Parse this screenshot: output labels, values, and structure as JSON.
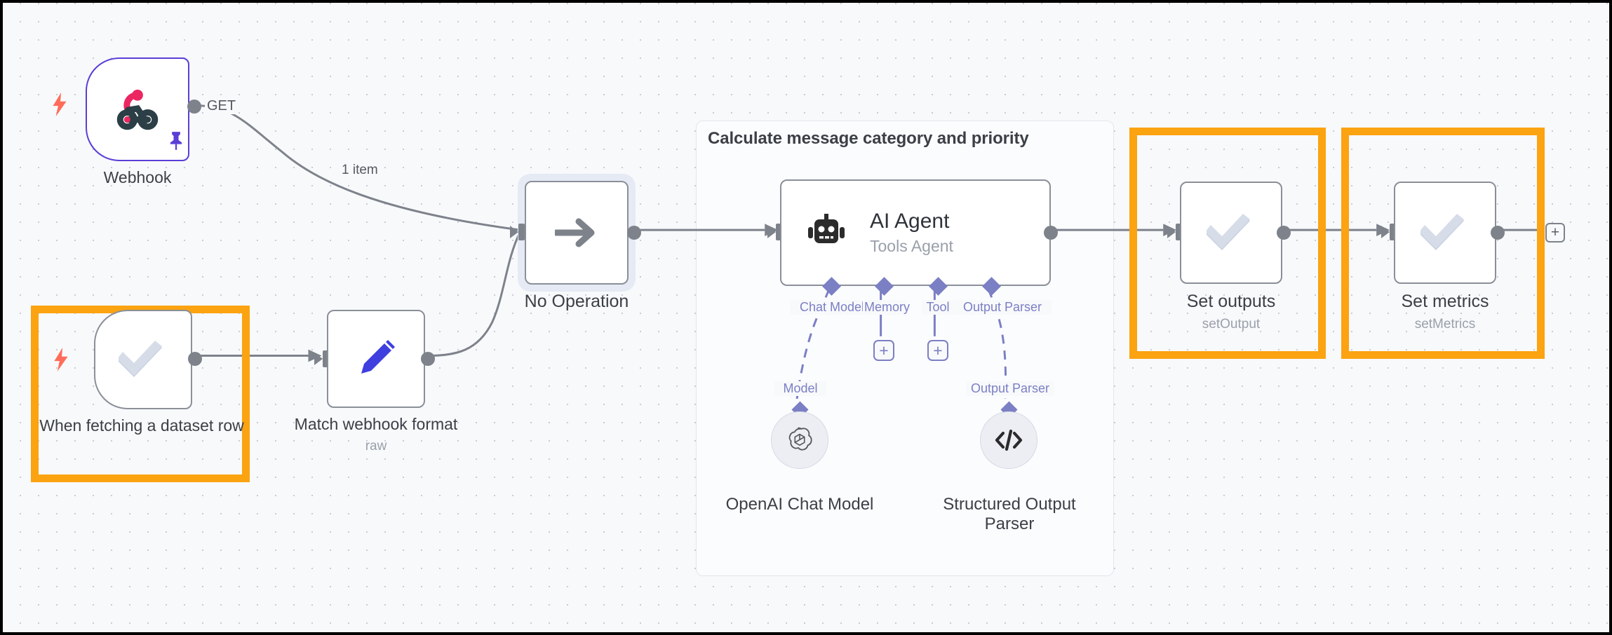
{
  "canvas": {
    "background_color": "#f8f9fb",
    "grid": "dot-grid",
    "accent_highlight_color": "#FCA311",
    "connector_color": "#7d828b",
    "sub_connection_color": "#7b7fc4"
  },
  "sticky_note": {
    "title": "Calculate message category and priority"
  },
  "nodes": {
    "webhook": {
      "label": "Webhook",
      "icon": "webhook-icon",
      "type": "trigger",
      "border_color": "#5b3ed6",
      "pinned": true,
      "output_port_label": "GET"
    },
    "dataset_trigger": {
      "label": "When fetching a dataset row",
      "icon": "evaluation-double-check-icon",
      "type": "trigger",
      "highlighted": true
    },
    "match_webhook": {
      "label": "Match webhook format",
      "subtitle": "raw",
      "icon": "pencil-edit-icon"
    },
    "no_operation": {
      "label": "No Operation",
      "icon": "arrow-right-icon",
      "selected": true
    },
    "ai_agent": {
      "label": "AI Agent",
      "subtitle": "Tools Agent",
      "icon": "robot-icon",
      "ports": [
        {
          "name": "Chat Model",
          "has_plus": false
        },
        {
          "name": "Memory",
          "has_plus": true
        },
        {
          "name": "Tool",
          "has_plus": true
        },
        {
          "name": "Output Parser",
          "has_plus": false
        }
      ]
    },
    "openai_chat_model": {
      "label": "OpenAI Chat Model",
      "icon": "openai-logo-icon",
      "connection_label": "Model"
    },
    "structured_output_parser": {
      "label": "Structured Output Parser",
      "icon": "code-brackets-icon",
      "connection_label": "Output Parser"
    },
    "set_outputs": {
      "label": "Set outputs",
      "subtitle": "setOutput",
      "icon": "evaluation-double-check-icon",
      "highlighted": true
    },
    "set_metrics": {
      "label": "Set metrics",
      "subtitle": "setMetrics",
      "icon": "evaluation-double-check-icon",
      "highlighted": true
    }
  },
  "edges": {
    "webhook_to_noop_label": "1 item",
    "webhook_out_label": "GET"
  },
  "buttons": {
    "add_node_plus": "+",
    "memory_plus": "+",
    "tool_plus": "+"
  }
}
